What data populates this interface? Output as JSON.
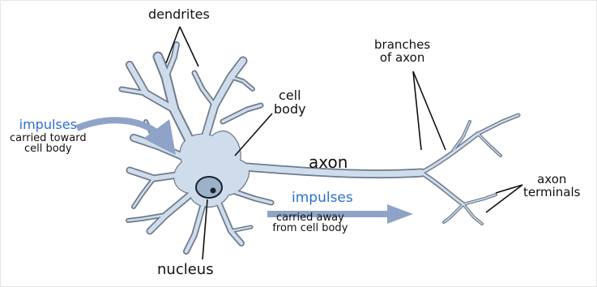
{
  "labels": {
    "dendrites": "dendrites",
    "cell_body_line1": "cell",
    "cell_body_line2": "body",
    "branches_line1": "branches",
    "branches_line2": "of axon",
    "impulses_in": "impulses",
    "impulses_in_sub1": "carried toward",
    "impulses_in_sub2": "cell body",
    "axon": "axon",
    "impulses_out": "impulses",
    "impulses_out_sub1": "carried away",
    "impulses_out_sub2": "from cell body",
    "axon_terminals_line1": "axon",
    "axon_terminals_line2": "terminals",
    "nucleus": "nucleus"
  },
  "colors": {
    "cell_fill": "#cfdcec",
    "cell_stroke": "#6d7b8c",
    "nucleus_fill": "#9db1c8",
    "nucleus_dot": "#1a2230",
    "arrow": "#8fa3c9",
    "label_blue": "#2a6fd6",
    "leader_line": "#111111"
  },
  "icons": {
    "incoming_impulse": "curved-arrow-icon",
    "outgoing_impulse": "right-arrow-icon"
  }
}
